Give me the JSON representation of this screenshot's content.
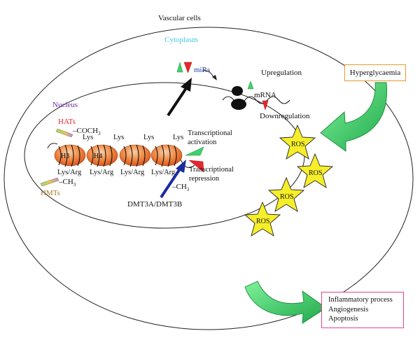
{
  "labels": {
    "vascular_cells": "Vascular cells",
    "cytoplasm": "Cytoplasm",
    "nucleus": "Nucleus",
    "mirs": "miRs",
    "upregulation": "Upregulation",
    "mrna": "mRNA",
    "downregulation": "Downregulation",
    "hats": "HATs",
    "coch3": "–COCH",
    "coch3_sub": "3",
    "hmts": "HMTs",
    "ch3_left": "–CH",
    "ch3_left_sub": "3",
    "ch3_right": "–CH",
    "ch3_right_sub": "3",
    "lys": "Lys",
    "lys_arg": "Lys/Arg",
    "h3": "H3",
    "h4": "H4",
    "transcriptional_activation_1": "Transcriptional",
    "transcriptional_activation_2": "activation",
    "transcriptional_repression_1": "Transcriptional",
    "transcriptional_repression_2": "repression",
    "dmt3": "DMT3A/DMT3B",
    "ros": "ROS",
    "hyperglycaemia": "Hyperglycaemia",
    "outcomes": [
      "Inflammatory process",
      "Angiogenesis",
      "Apoptosis"
    ]
  },
  "colors": {
    "cytoplasm": "#3ec6e8",
    "nucleus": "#6f2da8",
    "hats": "#e8262b",
    "hmts": "#a07a2a",
    "mirs": "#1f3fa8",
    "ros_fill": "#f6ee2a",
    "nucleosome": "#f07a3a",
    "green": "#3fd26a",
    "red": "#e8262b",
    "dnmt_arrow": "#1c2aa0",
    "hyper_border": "#e39b2e",
    "outcome_border": "#e0458f"
  }
}
